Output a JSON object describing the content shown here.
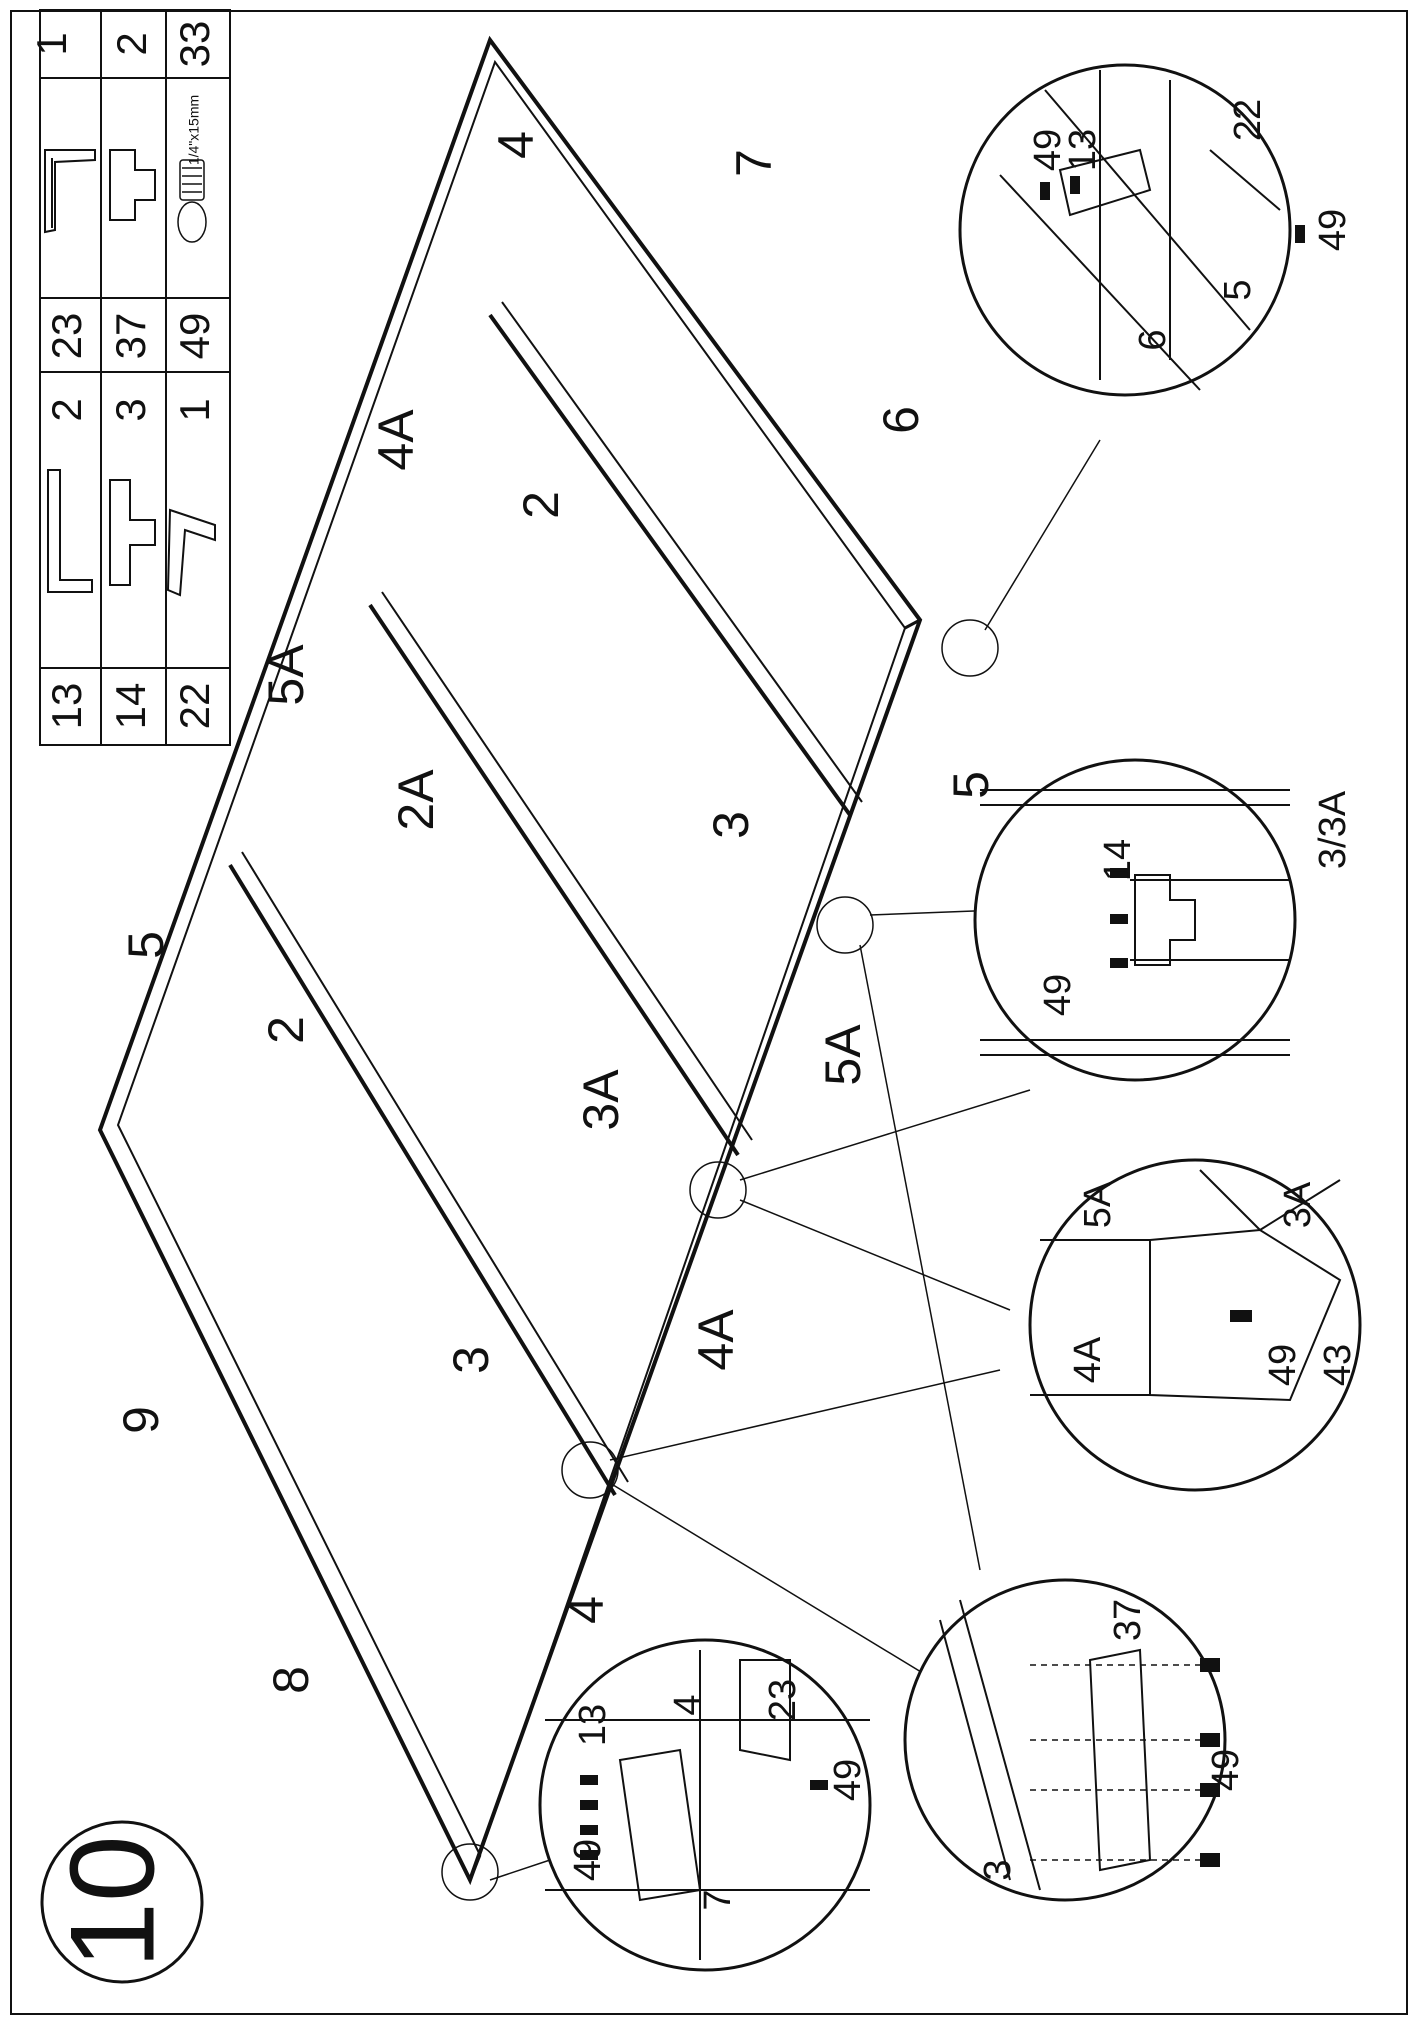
{
  "step_number": "10",
  "parts_table": [
    {
      "id": "13",
      "qty": "2",
      "icon": "l-bracket-icon"
    },
    {
      "id": "23",
      "qty": "1",
      "icon": "angle-bracket-icon"
    },
    {
      "id": "14",
      "qty": "3",
      "icon": "t-plate-icon"
    },
    {
      "id": "37",
      "qty": "2",
      "icon": "small-t-plate-icon"
    },
    {
      "id": "22",
      "qty": "1",
      "icon": "corner-bracket-icon"
    },
    {
      "id": "49",
      "qty": "33",
      "icon": "screw-icon",
      "size_note": "1/4\"x15mm"
    }
  ],
  "frame_labels": {
    "top_left": "9",
    "left_bottom": "8",
    "top_1": "5",
    "top_2": "5A",
    "top_3": "4A",
    "top_4": "4",
    "right_top": "7",
    "right_bottom": "6",
    "bottom_1": "4",
    "bottom_2": "4A",
    "bottom_3": "5A",
    "bottom_4": "5",
    "rail_1a": "2",
    "rail_1b": "3",
    "rail_2a": "2A",
    "rail_2b": "3A",
    "rail_3a": "2",
    "rail_3b": "3"
  },
  "detail_top_right": {
    "a": "49",
    "b": "13",
    "c": "22",
    "d": "49",
    "e": "5",
    "f": "6"
  },
  "detail_t_plate": {
    "a": "14",
    "b": "49",
    "c": "3/3A"
  },
  "detail_corner": {
    "a": "5A",
    "b": "3A",
    "c": "4A",
    "d": "49",
    "e": "43"
  },
  "detail_bottom_left": {
    "a": "13",
    "b": "4",
    "c": "23",
    "d": "49",
    "e": "49",
    "f": "7"
  },
  "detail_bottom_mid": {
    "a": "37",
    "b": "49",
    "c": "3"
  }
}
